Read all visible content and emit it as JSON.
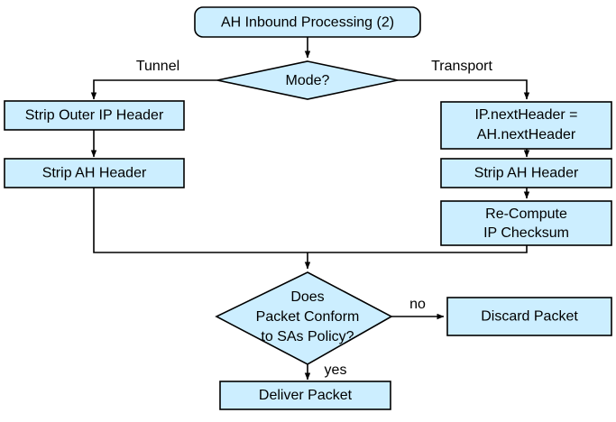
{
  "diagram": {
    "title": "AH Inbound Processing (2)",
    "colors": {
      "node_fill": "#cceeff",
      "node_stroke": "#000000",
      "background": "#ffffff",
      "text": "#000000"
    },
    "nodes": {
      "start": {
        "label": "AH Inbound Processing (2)",
        "shape": "rounded-rectangle"
      },
      "mode_decision": {
        "label": "Mode?",
        "shape": "diamond"
      },
      "strip_outer_ip": {
        "label": "Strip Outer IP Header",
        "shape": "rectangle"
      },
      "strip_ah_tunnel": {
        "label": "Strip AH Header",
        "shape": "rectangle"
      },
      "next_header": {
        "line1": "IP.nextHeader =",
        "line2": "AH.nextHeader",
        "shape": "rectangle"
      },
      "strip_ah_transport": {
        "label": "Strip AH Header",
        "shape": "rectangle"
      },
      "recompute": {
        "line1": "Re-Compute",
        "line2": "IP Checksum",
        "shape": "rectangle"
      },
      "conform_decision": {
        "line1": "Does",
        "line2": "Packet Conform",
        "line3": "to SAs Policy?",
        "shape": "diamond"
      },
      "discard": {
        "label": "Discard Packet",
        "shape": "rectangle"
      },
      "deliver": {
        "label": "Deliver Packet",
        "shape": "rectangle"
      }
    },
    "edge_labels": {
      "tunnel": "Tunnel",
      "transport": "Transport",
      "no": "no",
      "yes": "yes"
    }
  }
}
